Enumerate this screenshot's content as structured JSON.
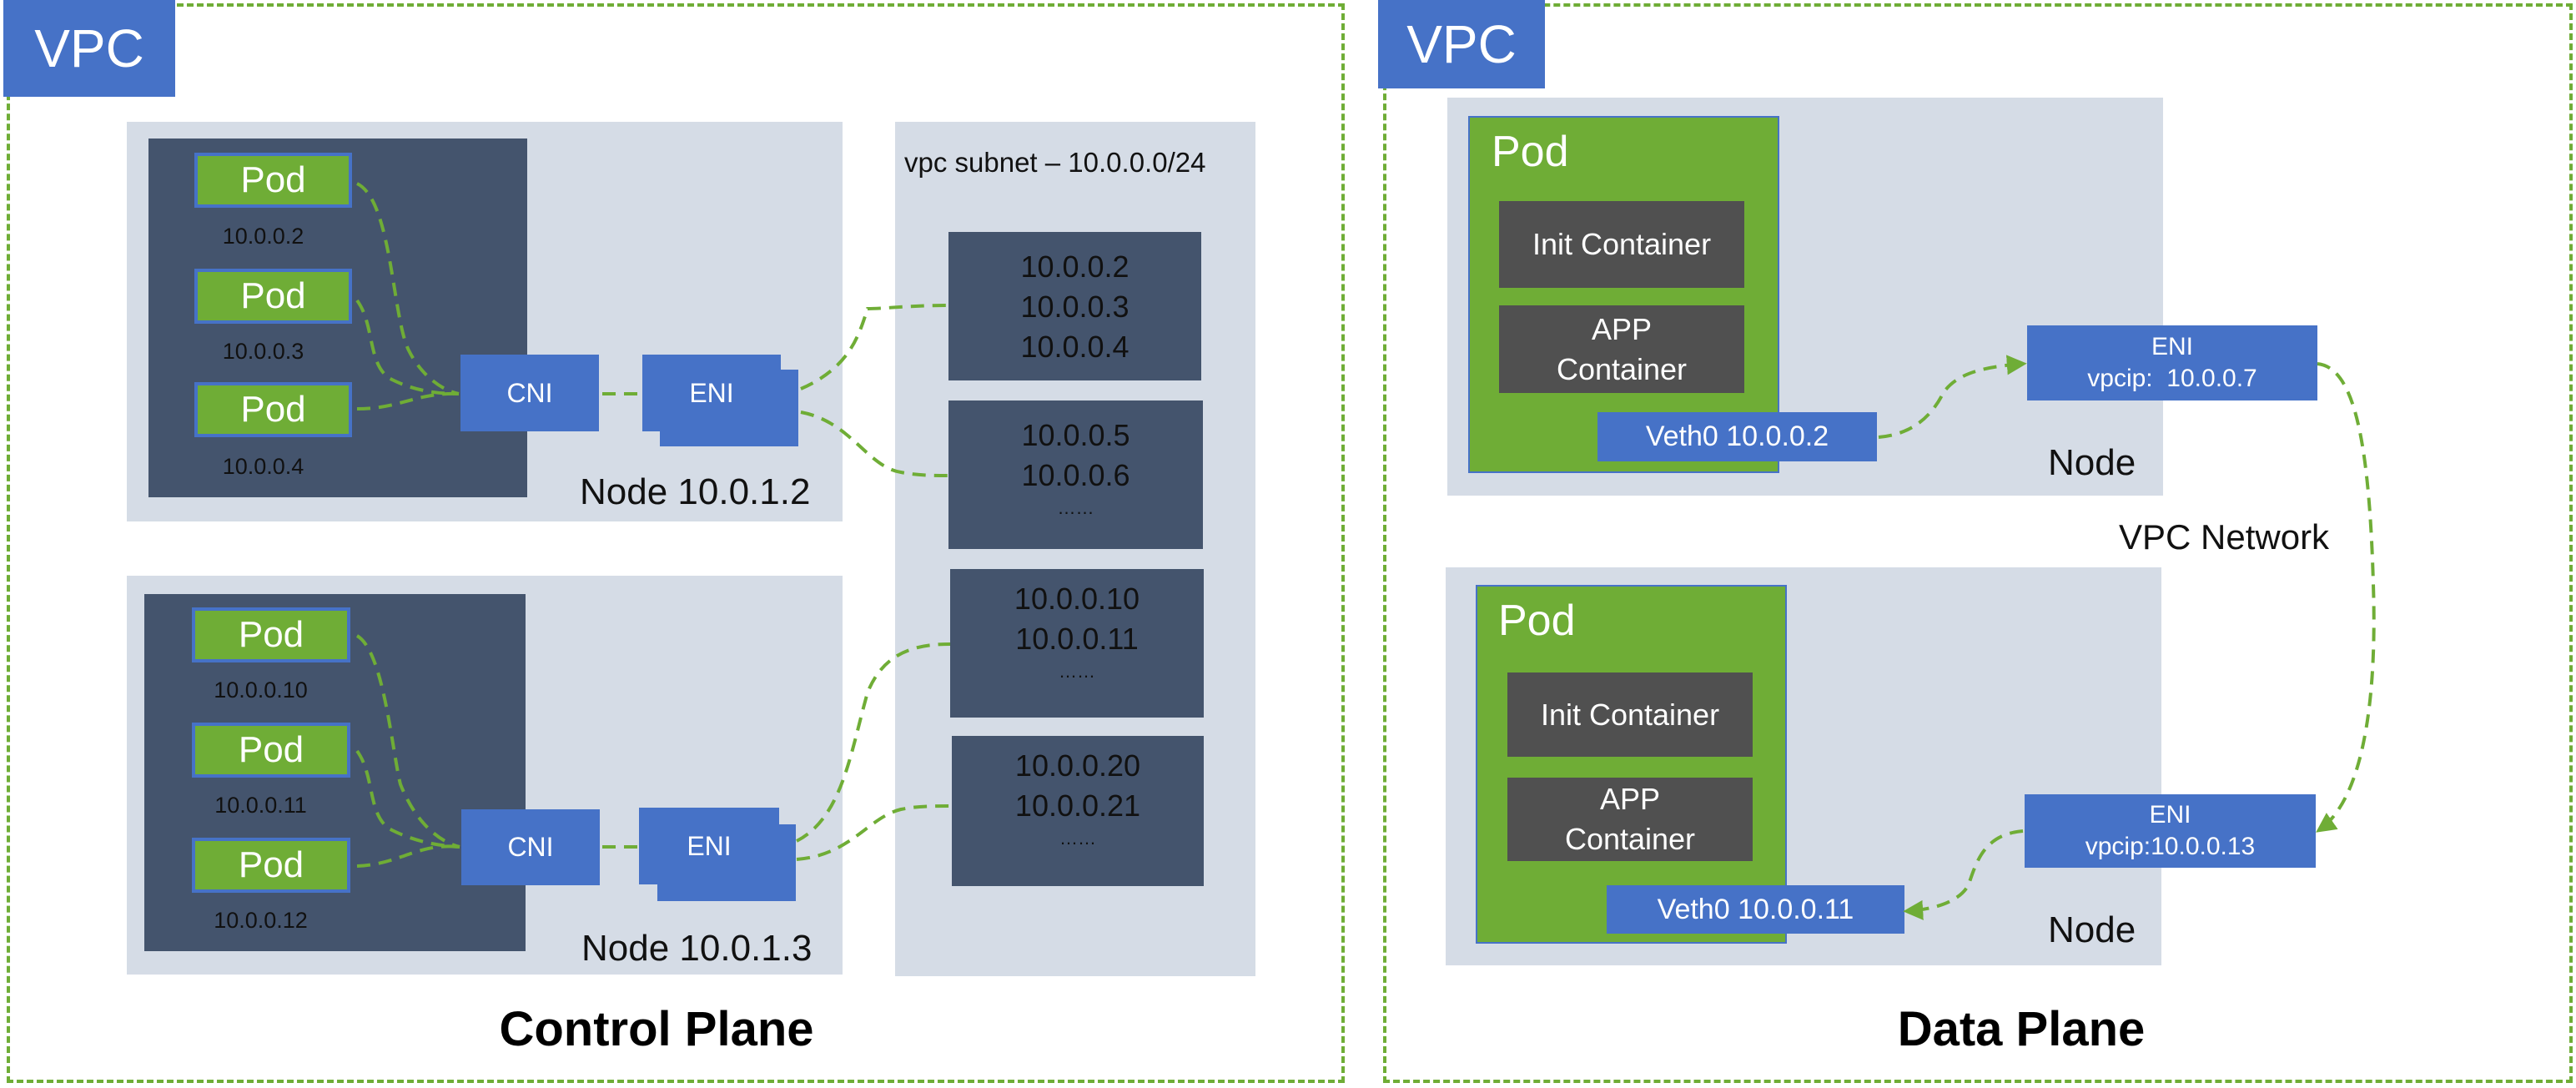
{
  "colors": {
    "vpc_blue": "#4672c7",
    "dash_green": "#6fad36",
    "panel_gray": "#d5dce6",
    "node_dark": "#44546d",
    "container_gray": "#505050"
  },
  "control_plane": {
    "vpc_label": "VPC",
    "title": "Control Plane",
    "nodes": [
      {
        "label": "Node 10.0.1.2",
        "pods": [
          {
            "label": "Pod",
            "ip": "10.0.0.2"
          },
          {
            "label": "Pod",
            "ip": "10.0.0.3"
          },
          {
            "label": "Pod",
            "ip": "10.0.0.4"
          }
        ],
        "cni_label": "CNI",
        "eni_label": "ENI"
      },
      {
        "label": "Node 10.0.1.3",
        "pods": [
          {
            "label": "Pod",
            "ip": "10.0.0.10"
          },
          {
            "label": "Pod",
            "ip": "10.0.0.11"
          },
          {
            "label": "Pod",
            "ip": "10.0.0.12"
          }
        ],
        "cni_label": "CNI",
        "eni_label": "ENI"
      }
    ],
    "subnet": {
      "label": "vpc subnet – 10.0.0.0/24",
      "pools": [
        {
          "lines": [
            "10.0.0.2",
            "10.0.0.3",
            "10.0.0.4"
          ]
        },
        {
          "lines": [
            "10.0.0.5",
            "10.0.0.6",
            "……"
          ]
        },
        {
          "lines": [
            "10.0.0.10",
            "10.0.0.11",
            "……"
          ]
        },
        {
          "lines": [
            "10.0.0.20",
            "10.0.0.21",
            "……"
          ]
        }
      ]
    }
  },
  "data_plane": {
    "vpc_label": "VPC",
    "title": "Data Plane",
    "network_label": "VPC Network",
    "nodes": [
      {
        "label": "Node",
        "pod_label": "Pod",
        "init_container": "Init Container",
        "app_container_line1": "APP",
        "app_container_line2": "Container",
        "veth": "Veth0 10.0.0.2",
        "eni_title": "ENI",
        "eni_ip": "vpcip:  10.0.0.7"
      },
      {
        "label": "Node",
        "pod_label": "Pod",
        "init_container": "Init Container",
        "app_container_line1": "APP",
        "app_container_line2": "Container",
        "veth": "Veth0 10.0.0.11",
        "eni_title": "ENI",
        "eni_ip": "vpcip:10.0.0.13"
      }
    ]
  }
}
